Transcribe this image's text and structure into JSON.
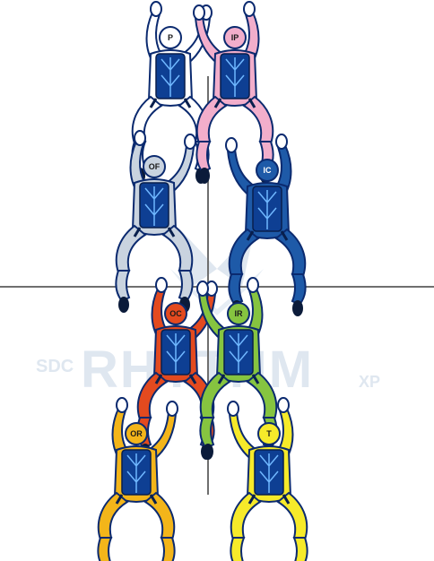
{
  "watermark": {
    "left": "SDC",
    "main": "RHYTHM",
    "right": "XP"
  },
  "formation": [
    {
      "slot": "P",
      "fill": "#ffffff",
      "stroke": "#0b2a6f",
      "label_bg": "#ffffff"
    },
    {
      "slot": "IP",
      "fill": "#f2aecb",
      "stroke": "#0b2a6f",
      "label_bg": "#f2aecb"
    },
    {
      "slot": "OF",
      "fill": "#c9d3df",
      "stroke": "#0b2a6f",
      "label_bg": "#c9d3df"
    },
    {
      "slot": "IC",
      "fill": "#1e5aa8",
      "stroke": "#0b2a6f",
      "label_bg": "#1e5aa8"
    },
    {
      "slot": "OC",
      "fill": "#e34a1f",
      "stroke": "#0b2a6f",
      "label_bg": "#e34a1f"
    },
    {
      "slot": "IR",
      "fill": "#86c440",
      "stroke": "#0b2a6f",
      "label_bg": "#86c440"
    },
    {
      "slot": "OR",
      "fill": "#f3b51a",
      "stroke": "#0b2a6f",
      "label_bg": "#f3b51a"
    },
    {
      "slot": "T",
      "fill": "#f6ea2a",
      "stroke": "#0b2a6f",
      "label_bg": "#f6ea2a"
    }
  ],
  "colors": {
    "rig": "#0e3f93",
    "rig_accent": "#6fb7ff",
    "axis": "#6f6f6f",
    "watermark": "#dfe7f0",
    "foot": "#0b1b3a"
  }
}
